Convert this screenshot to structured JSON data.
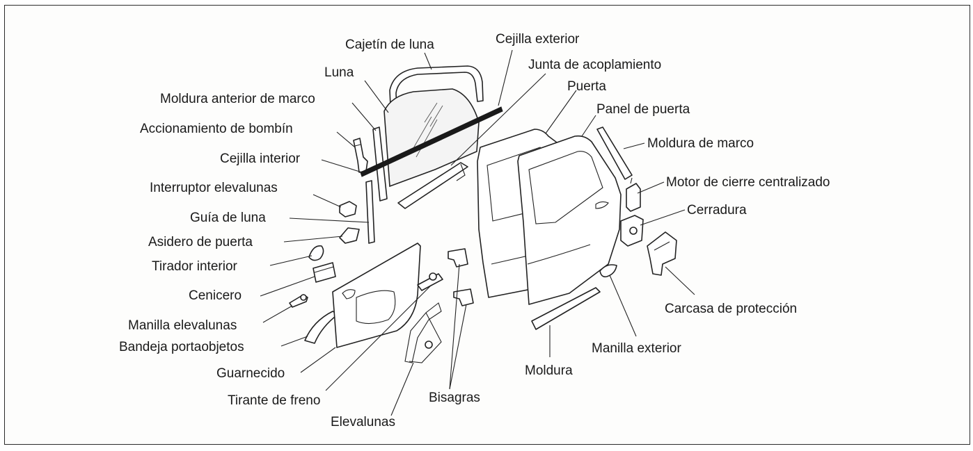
{
  "labels": {
    "cajetin_de_luna": "Cajetín de luna",
    "cejilla_exterior": "Cejilla exterior",
    "junta_de_acoplamiento": "Junta de acoplamiento",
    "luna": "Luna",
    "puerta": "Puerta",
    "moldura_anterior_de_marco": "Moldura anterior de marco",
    "panel_de_puerta": "Panel de puerta",
    "accionamiento_de_bombin": "Accionamiento de bombín",
    "moldura_de_marco": "Moldura de marco",
    "cejilla_interior": "Cejilla interior",
    "motor_de_cierre_centralizado": "Motor de cierre centralizado",
    "interruptor_elevalunas": "Interruptor elevalunas",
    "cerradura": "Cerradura",
    "guia_de_luna": "Guía de luna",
    "asidero_de_puerta": "Asidero de puerta",
    "tirador_interior": "Tirador interior",
    "cenicero": "Cenicero",
    "carcasa_de_proteccion": "Carcasa de protección",
    "manilla_elevalunas": "Manilla elevalunas",
    "bandeja_portaobjetos": "Bandeja portaobjetos",
    "manilla_exterior": "Manilla exterior",
    "guarnecido": "Guarnecido",
    "moldura": "Moldura",
    "tirante_de_freno": "Tirante de freno",
    "bisagras": "Bisagras",
    "elevalunas": "Elevalunas"
  }
}
